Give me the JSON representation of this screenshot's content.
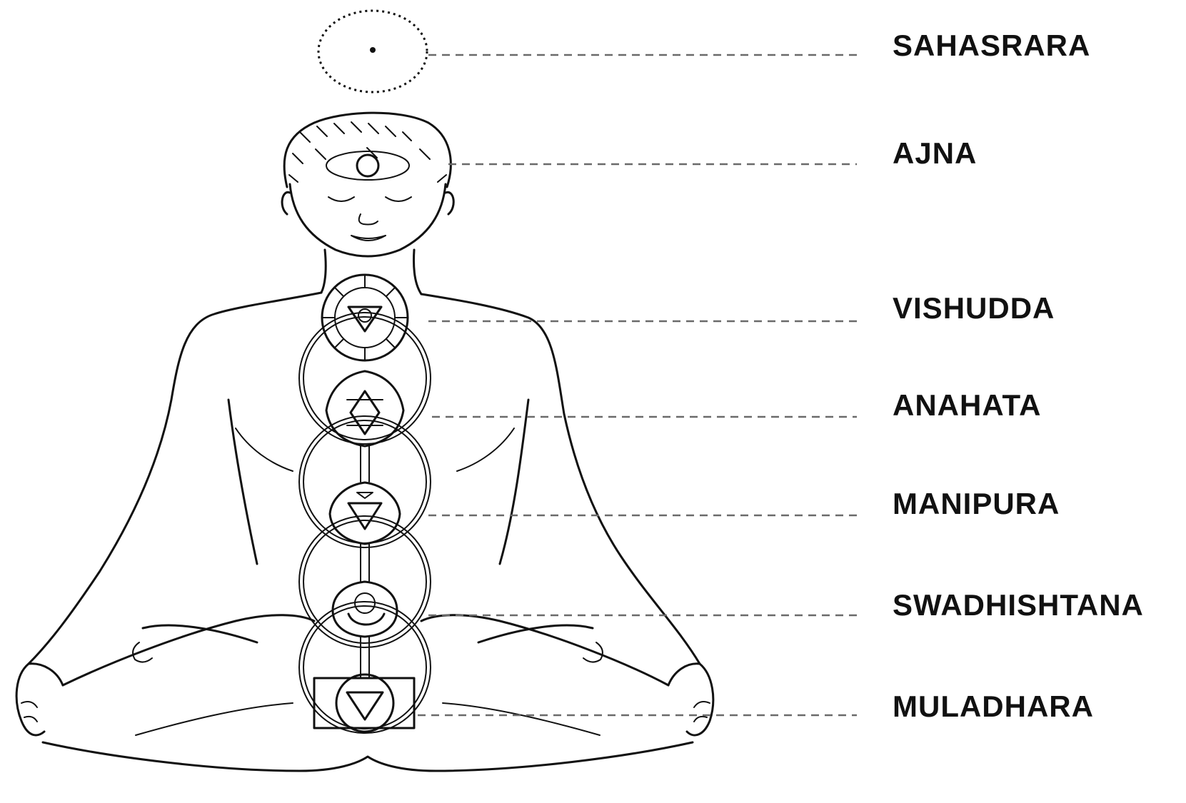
{
  "chakras": [
    {
      "label": "SAHASRARA"
    },
    {
      "label": "AJNA"
    },
    {
      "label": "VISHUDDA"
    },
    {
      "label": "ANAHATA"
    },
    {
      "label": "MANIPURA"
    },
    {
      "label": "SWADHISHTANA"
    },
    {
      "label": "MULADHARA"
    }
  ],
  "colors": {
    "line": "#111111",
    "leader": "#6a6a6a",
    "background": "#ffffff"
  }
}
